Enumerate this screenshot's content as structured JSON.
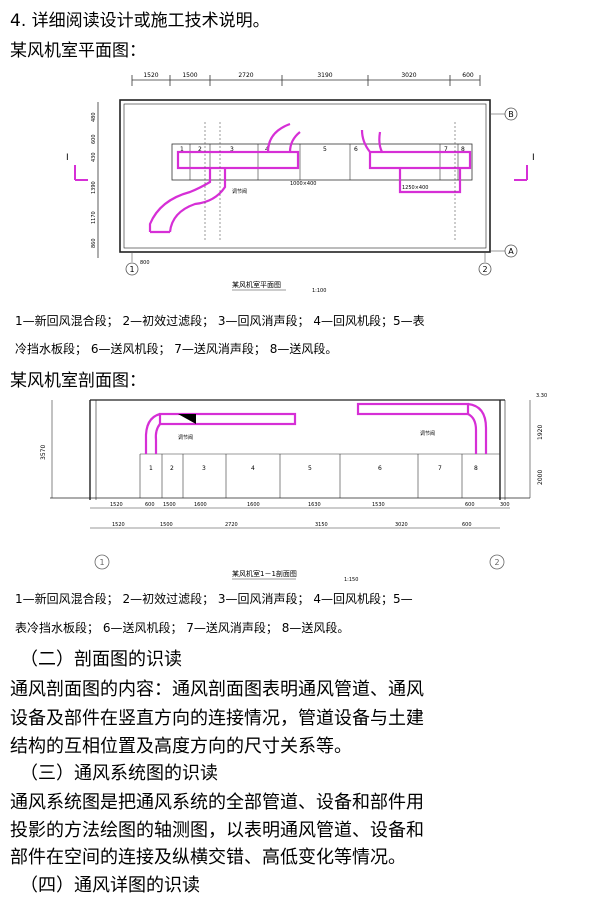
{
  "heading": "4. 详细阅读设计或施工技术说明。",
  "plan": {
    "title": "某风机室平面图：",
    "dims": [
      "1520",
      "1500",
      "2720",
      "3190",
      "3020",
      "600"
    ],
    "left_dims": [
      "480",
      "600",
      "430",
      "1390",
      "1170",
      "860"
    ],
    "bottom_dim": "800",
    "section_num": [
      "1",
      "2",
      "3",
      "4",
      "5",
      "6",
      "7",
      "8"
    ],
    "labels": {
      "damper": "调节阀",
      "duct1": "1000×400",
      "duct2": "1250×400"
    },
    "axes": {
      "a": "A",
      "b": "B",
      "n1": "1",
      "n2": "2"
    },
    "section_mark": "I",
    "caption": "某风机室平面图",
    "scale": "1:100",
    "legend_1": "1—新回风混合段；  2—初效过滤段；   3—回风消声段；  4—回风机段；5—表",
    "legend_2": "冷挡水板段；  6—送风机段；   7—送风消声段；   8—送风段。"
  },
  "section": {
    "title": "某风机室剖面图：",
    "dims_top": [
      "1520",
      "600",
      "1500",
      "1600",
      "1600",
      "1630",
      "1530",
      "600",
      "300"
    ],
    "dims_bottom": [
      "1520",
      "1500",
      "2720",
      "3150",
      "3020",
      "600"
    ],
    "heights": [
      "3570",
      "1920",
      "2000"
    ],
    "level": "3.30",
    "nums": [
      "1",
      "2",
      "3",
      "4",
      "5",
      "6",
      "7",
      "8"
    ],
    "damper": "调节阀",
    "axes": {
      "n1": "1",
      "n2": "2"
    },
    "caption": "某风机室1－1剖面图",
    "scale": "1:150",
    "legend_1": "1—新回风混合段；   2—初效过滤段；   3—回风消声段；   4—回风机段；5—",
    "legend_2": "表冷挡水板段；  6—送风机段；    7—送风消声段；    8—送风段。"
  },
  "body": {
    "h_section": "（二）剖面图的识读",
    "p_section_1": "通风剖面图的内容：通风剖面图表明通风管道、通风",
    "p_section_2": "设备及部件在竖直方向的连接情况，管道设备与土建",
    "p_section_3": "结构的互相位置及高度方向的尺寸关系等。",
    "h_system": "（三）通风系统图的识读",
    "p_system_1": "通风系统图是把通风系统的全部管道、设备和部件用",
    "p_system_2": "投影的方法绘图的轴测图，以表明通风管道、设备和",
    "p_system_3": "部件在空间的连接及纵横交错、高低变化等情况。",
    "h_detail": "（四）通风详图的识读"
  },
  "colors": {
    "duct": "#d62fd6",
    "line": "#222222",
    "axis": "#555555"
  }
}
